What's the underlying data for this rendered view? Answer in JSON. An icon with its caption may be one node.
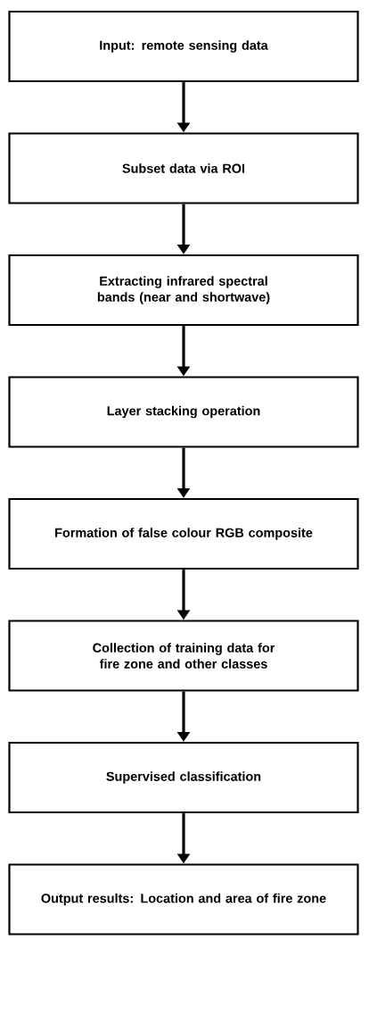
{
  "diagram": {
    "nodes": [
      {
        "text": [
          "Input: remote sensing data"
        ]
      },
      {
        "text": [
          "Subset data via ROI"
        ]
      },
      {
        "text": [
          "Extracting infrared spectral bands (near and shortwave)"
        ]
      },
      {
        "text": [
          "Layer stacking operation"
        ]
      },
      {
        "text": [
          "Formation of false colour RGB composite"
        ]
      },
      {
        "text": [
          "Collection of training data for fire zone and other classes"
        ]
      },
      {
        "text": [
          "Supervised classification"
        ]
      },
      {
        "text": [
          "Output results: Location and area of fire zone"
        ]
      }
    ],
    "edges": [
      {
        "from": 0,
        "to": 1,
        "arrow": "to"
      },
      {
        "from": 1,
        "to": 2,
        "arrow": "to"
      },
      {
        "from": 2,
        "to": 3,
        "arrow": "to"
      },
      {
        "from": 3,
        "to": 4,
        "arrow": "to"
      },
      {
        "from": 4,
        "to": 5,
        "arrow": "to"
      },
      {
        "from": 5,
        "to": 6,
        "arrow": "to"
      },
      {
        "from": 6,
        "to": 7,
        "arrow": "to"
      }
    ]
  }
}
